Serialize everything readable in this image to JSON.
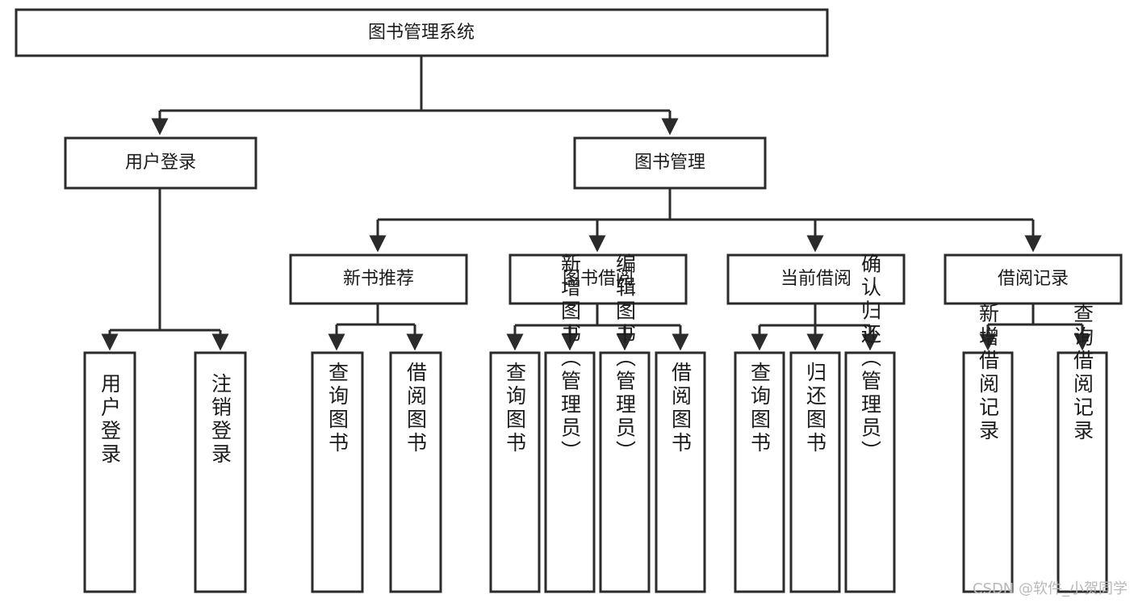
{
  "diagram": {
    "title": "图书管理系统",
    "type": "tree",
    "orientation": "top-down",
    "colors": {
      "stroke": "#2b2b2b",
      "fill": "#ffffff",
      "text": "#1b1b1b",
      "watermark": "#b9b9b9",
      "background": "#ffffff"
    },
    "root": {
      "label": "图书管理系统"
    },
    "level2": [
      {
        "label": "用户登录"
      },
      {
        "label": "图书管理"
      }
    ],
    "level3": [
      {
        "label": "新书推荐"
      },
      {
        "label": "图书借阅"
      },
      {
        "label": "当前借阅"
      },
      {
        "label": "借阅记录"
      }
    ],
    "leaves": {
      "user_login": [
        {
          "label": "用户登录"
        },
        {
          "label": "注销登录"
        }
      ],
      "new_book_recommend": [
        {
          "label": "查询图书"
        },
        {
          "label": "借阅图书"
        }
      ],
      "book_borrow": [
        {
          "label": "查询图书"
        },
        {
          "label": "新增图书（管理员）"
        },
        {
          "label": "编辑图书（管理员）"
        },
        {
          "label": "借阅图书"
        }
      ],
      "current_borrow": [
        {
          "label": "查询图书"
        },
        {
          "label": "归还图书"
        },
        {
          "label": "确认归还（管理员）"
        }
      ],
      "borrow_records": [
        {
          "label": "新增借阅记录"
        },
        {
          "label": "查询借阅记录"
        }
      ]
    }
  },
  "watermark": {
    "text": "CSDN @软件_小贺同学"
  }
}
